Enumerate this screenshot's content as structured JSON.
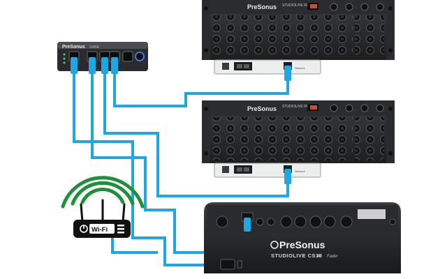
{
  "colors": {
    "cable": "#1ea7e1",
    "device_dark": "#1c1d1f",
    "device_mid": "#2b2c2f",
    "device_light": "#3d3e42",
    "panel_white": "#eceded",
    "wifi_green": "#1f8f3a",
    "screen_blue": "#3f7bd6"
  },
  "switch": {
    "brand": "PreSonus",
    "model": "SW5E"
  },
  "rack_top": {
    "brand": "PreSonus",
    "model": "STUDIOLIVE RML32AI",
    "network_label": "Network"
  },
  "rack_middle": {
    "brand": "PreSonus",
    "model": "STUDIOLIVE RML32AI",
    "network_label": "Network"
  },
  "router": {
    "label": "Wi-Fi"
  },
  "console": {
    "brand": "PreSonus",
    "model": "STUDIOLIVE CS18",
    "model_suffix": "AI",
    "signature": "Fader"
  },
  "icons": [
    "network-switch-icon",
    "wifi-router-icon",
    "wifi-signal-icon",
    "power-icon",
    "ethernet-port-icon"
  ]
}
